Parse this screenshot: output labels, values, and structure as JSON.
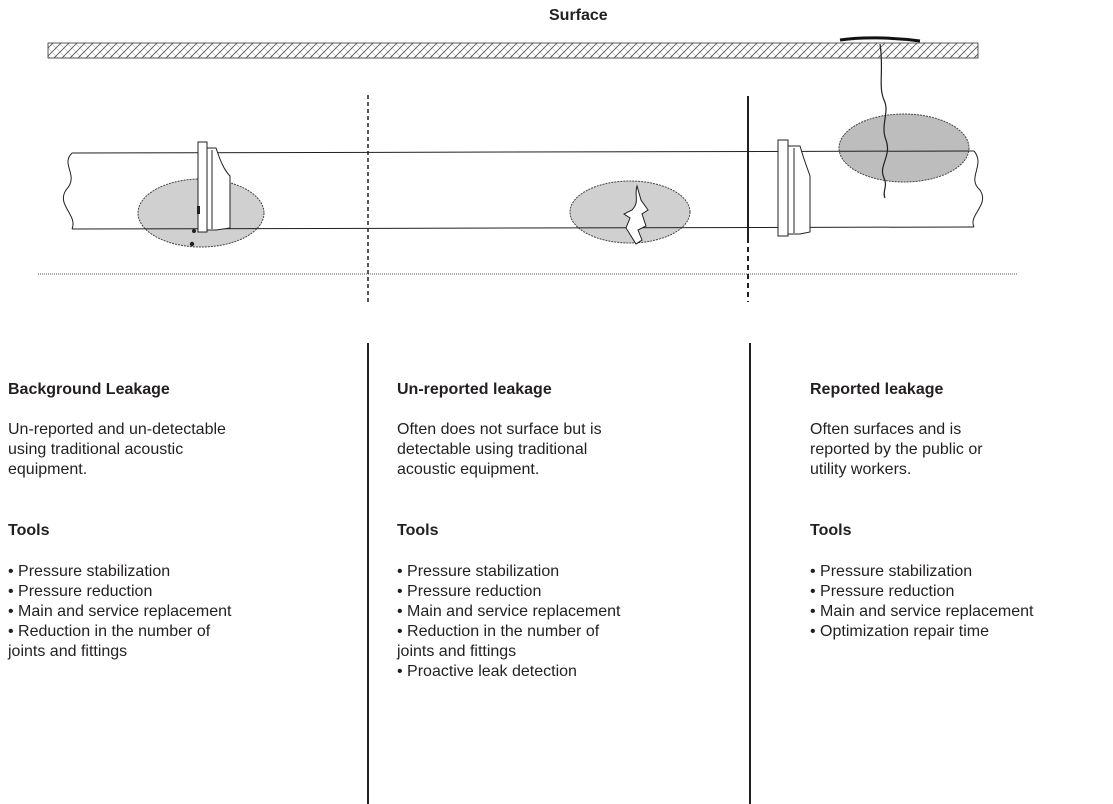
{
  "surface_label": "Surface",
  "columns": [
    {
      "title": "Background Leakage",
      "description": "Un-reported and un-detectable\nusing traditional acoustic\nequipment.",
      "tools_title": "Tools",
      "tools": [
        "• Pressure stabilization",
        "• Pressure reduction",
        "• Main and service replacement",
        "• Reduction in the number of\n  joints and fittings"
      ]
    },
    {
      "title": "Un-reported leakage",
      "description": "Often does not surface but is\ndetectable using traditional\nacoustic equipment.",
      "tools_title": "Tools",
      "tools": [
        "• Pressure stabilization",
        "• Pressure reduction",
        "• Main and service replacement",
        "• Reduction in the number of\n  joints and fittings",
        "• Proactive leak detection"
      ]
    },
    {
      "title": "Reported leakage",
      "description": "Often surfaces and is\nreported by the public or\nutility workers.",
      "tools_title": "Tools",
      "tools": [
        "• Pressure stabilization",
        "• Pressure reduction",
        "• Main and service replacement",
        "• Optimization repair time"
      ]
    }
  ],
  "colors": {
    "ink": "#231f20",
    "leak_zone": "#d0d0d0"
  }
}
